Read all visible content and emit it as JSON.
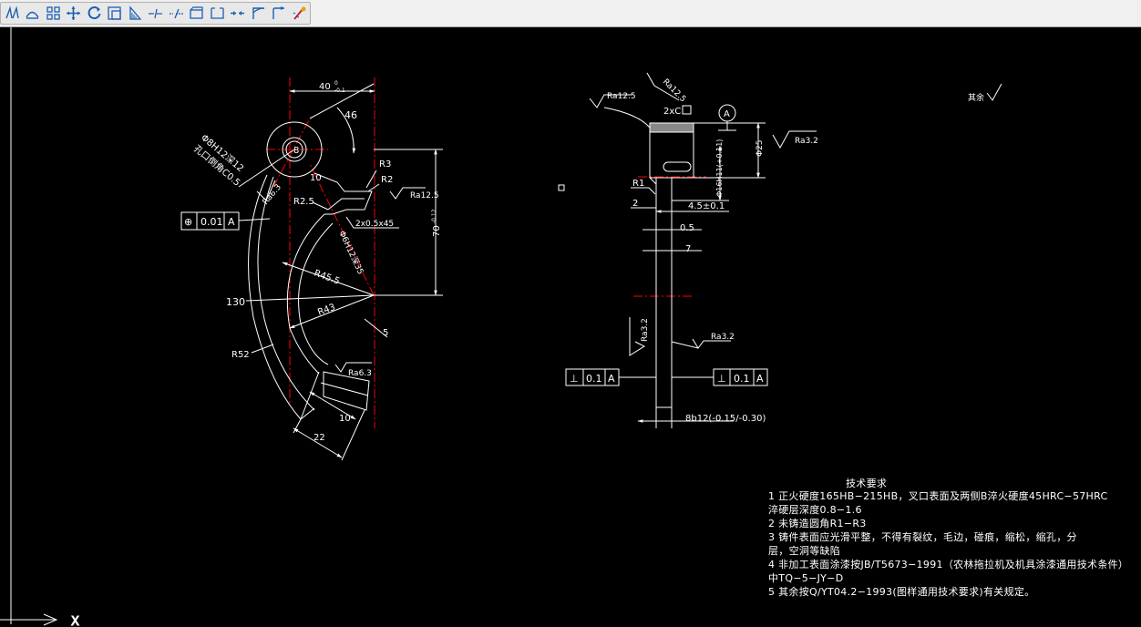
{
  "toolbar": {
    "tools": [
      {
        "name": "linear-dim-icon",
        "color": "#1a5fb4"
      },
      {
        "name": "aligned-dim-icon",
        "color": "#1a5fb4"
      },
      {
        "name": "arc-length-icon",
        "color": "#1a5fb4"
      },
      {
        "name": "ordinate-icon",
        "color": "#1a5fb4"
      },
      {
        "name": "radius-dim-icon",
        "color": "#1a5fb4"
      },
      {
        "name": "jogged-icon",
        "color": "#1a5fb4"
      },
      {
        "name": "diameter-icon",
        "color": "#1a5fb4"
      },
      {
        "name": "angular-icon",
        "color": "#1a5fb4"
      },
      {
        "name": "quick-dim-icon",
        "color": "#1a5fb4"
      },
      {
        "name": "baseline-icon",
        "color": "#1a5fb4"
      },
      {
        "name": "continue-icon",
        "color": "#1a5fb4"
      },
      {
        "name": "tolerance-icon",
        "color": "#1a5fb4"
      },
      {
        "name": "center-mark-icon",
        "color": "#1a5fb4"
      },
      {
        "name": "dim-edit-icon",
        "color": "#1a5fb4"
      },
      {
        "name": "dim-text-edit-icon",
        "color": "#1a5fb4"
      },
      {
        "name": "dim-update-icon",
        "color": "#c01c28"
      }
    ]
  },
  "drawing": {
    "colors": {
      "bg": "#000000",
      "line": "#ffffff",
      "center": "#ff0000"
    },
    "left_view": {
      "dims": {
        "top_width": "40",
        "top_width_tol_up": "0",
        "top_width_tol_low": "-0.1",
        "angle": "46",
        "hole_dia": "8",
        "hole_note_1": "Φ8H12深12",
        "hole_note_2": "孔口倒角C0.5",
        "ra_63_top": "Ra6.3",
        "r10": "10",
        "r3": "R3",
        "r2": "R2",
        "ra_125": "Ra12.5",
        "r25": "R2.5",
        "chamfer": "2x0.5x45",
        "height": "70",
        "height_tol": "-0.12",
        "depth_note": "Φ6H12深35",
        "r455": "R45.5",
        "r43": "R43",
        "dim_130": "130",
        "dim_5": "5",
        "r52": "R52",
        "ra_63_bottom": "Ra6.3",
        "dim_10": "10",
        "dim_22": "22"
      },
      "tolerance_frame": {
        "symbol": "⊕",
        "value": "0.01",
        "datum": "A"
      }
    },
    "right_view": {
      "dims": {
        "ra_125_a": "Ra12.5",
        "ra_125_b": "Ra12.5",
        "chamfer_2x": "2xC",
        "datum": "A",
        "dia25": "Φ25",
        "ra_32_right": "Ra3.2",
        "r1": "R1",
        "dim_2": "2",
        "dia16": "Φ16H11(+0.11)",
        "dim_45": "4.5±0.1",
        "dim_05": "0.5",
        "dim_7": "7",
        "ra_32_left": "Ra3.2",
        "ra_32_mid": "Ra3.2",
        "width": "8b12(-0.15/-0.30)"
      },
      "frame_left": {
        "symbol": "⊥",
        "value": "0.1",
        "datum": "A"
      },
      "frame_right": {
        "symbol": "⊥",
        "value": "0.1",
        "datum": "A"
      },
      "other_surfaces": "其余"
    },
    "ucs_label": "X"
  },
  "tech_requirements": {
    "title": "技术要求",
    "items": [
      "1  正火硬度165HB−215HB，叉口表面及两侧B淬火硬度45HRC−57HRC",
      "   淬硬层深度0.8−1.6",
      "2  未铸造圆角R1−R3",
      "3  铸件表面应光滑平整，不得有裂纹，毛边，碰痕，缩松，缩孔，分",
      "   层，空洞等缺陷",
      "4  非加工表面涂漆按JB/T5673−1991（农林拖拉机及机具涂漆通用技术条件）",
      "   中TQ−5−JY−D",
      "5  其余按Q/YT04.2−1993(图样通用技术要求)有关规定。"
    ]
  }
}
